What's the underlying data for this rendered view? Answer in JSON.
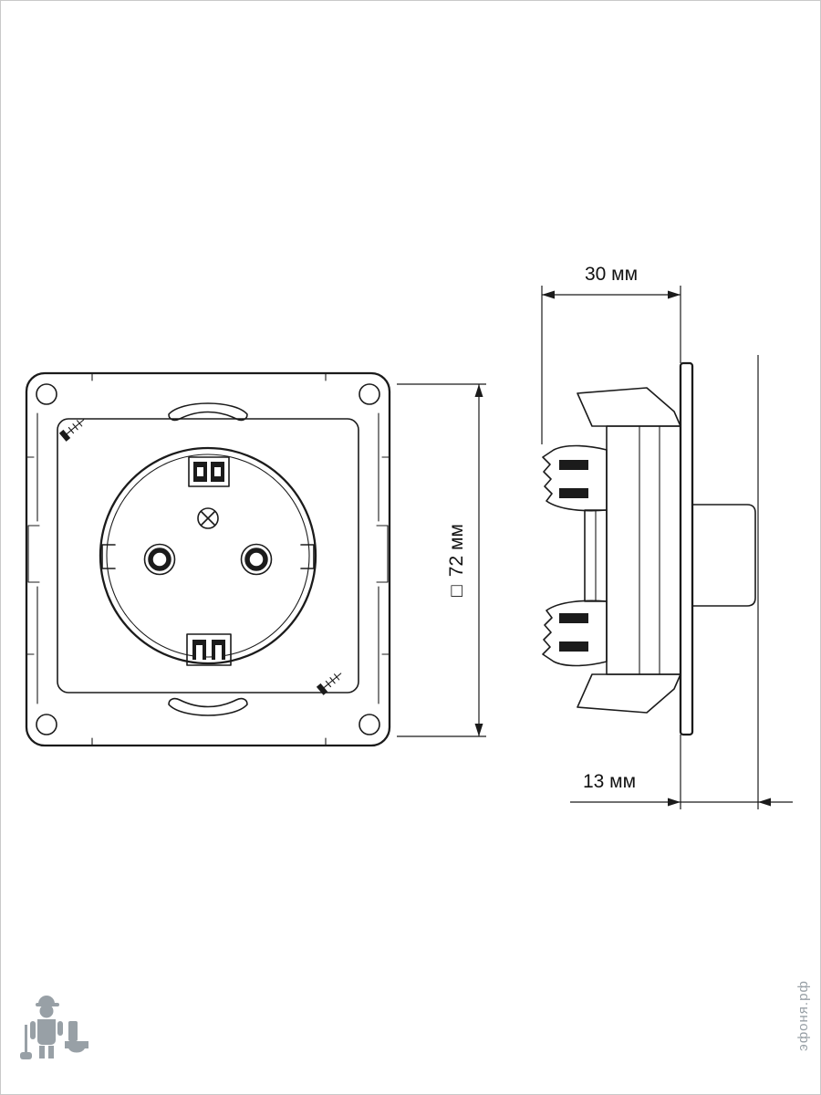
{
  "page": {
    "background_color": "#ffffff",
    "border_color": "#c9c9c9",
    "line_color": "#1b1b1b",
    "watermark_color": "#98a0a6"
  },
  "drawing": {
    "dimensions": {
      "width": {
        "label": "30 мм"
      },
      "height": {
        "square_symbol": "□",
        "label": "72 мм"
      },
      "depth": {
        "label": "13 мм"
      }
    }
  },
  "watermark": {
    "site": "эфоня.рф"
  }
}
